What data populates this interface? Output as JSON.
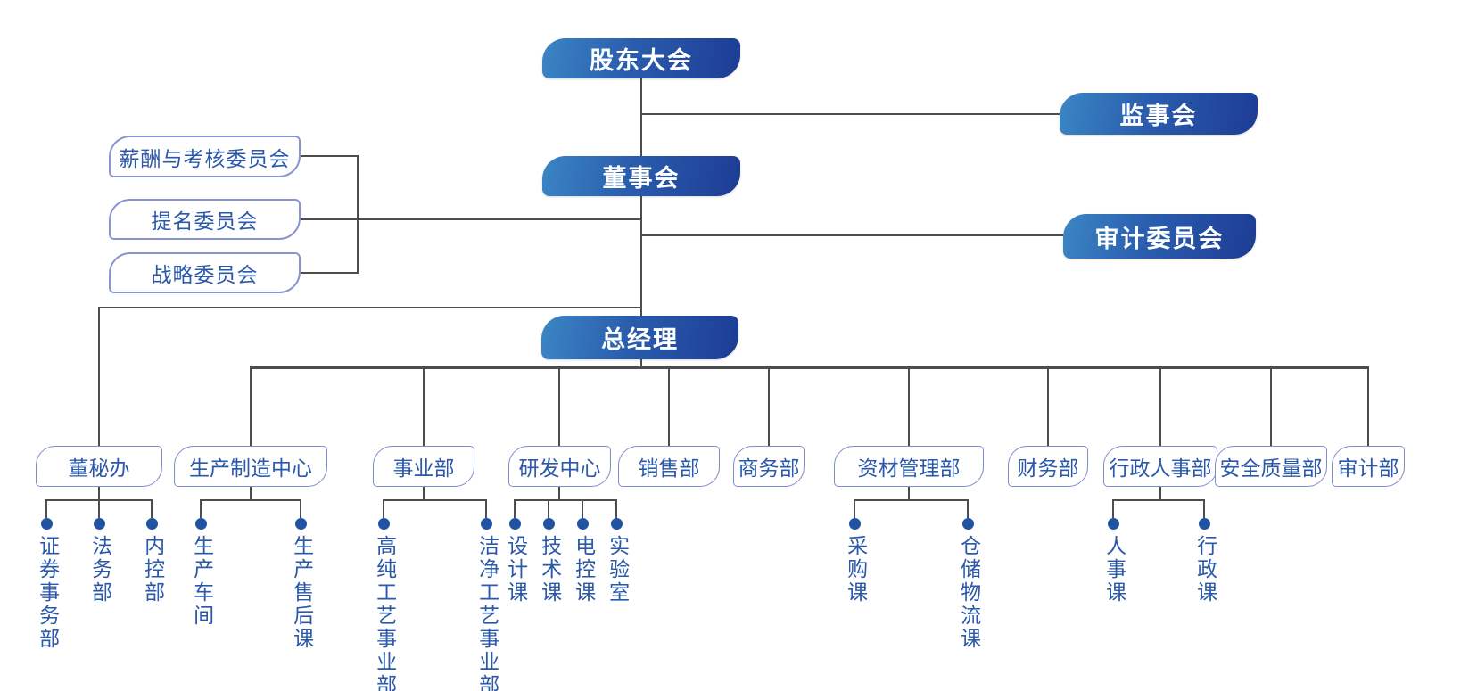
{
  "palette": {
    "box_gradient_start": "#3b86c4",
    "box_gradient_end": "#1d3c94",
    "white_box_border": "#8a94d0",
    "text_blue": "#2a58aa",
    "line_color": "#4d4d4d",
    "dot_color": "#2153a3"
  },
  "top_nodes": {
    "shareholders_meeting": "股东大会",
    "supervisory_board": "监事会",
    "board_of_directors": "董事会",
    "audit_committee": "审计委员会",
    "general_manager": "总经理"
  },
  "committees": [
    {
      "label": "薪酬与考核委员会"
    },
    {
      "label": "提名委员会"
    },
    {
      "label": "战略委员会"
    }
  ],
  "departments": [
    {
      "label": "董秘办",
      "children": [
        "证券事务部",
        "法务部",
        "内控部"
      ]
    },
    {
      "label": "生产制造中心",
      "children": [
        "生产车间",
        "生产售后课"
      ]
    },
    {
      "label": "事业部",
      "children": [
        "高纯工艺事业部",
        "洁净工艺事业部"
      ]
    },
    {
      "label": "研发中心",
      "children": [
        "设计课",
        "技术课",
        "电控课",
        "实验室"
      ]
    },
    {
      "label": "销售部",
      "children": []
    },
    {
      "label": "商务部",
      "children": []
    },
    {
      "label": "资材管理部",
      "children": [
        "采购课",
        "仓储物流课"
      ]
    },
    {
      "label": "财务部",
      "children": []
    },
    {
      "label": "行政人事部",
      "children": [
        "人事课",
        "行政课"
      ]
    },
    {
      "label": "安全质量部",
      "children": []
    },
    {
      "label": "审计部",
      "children": []
    }
  ]
}
